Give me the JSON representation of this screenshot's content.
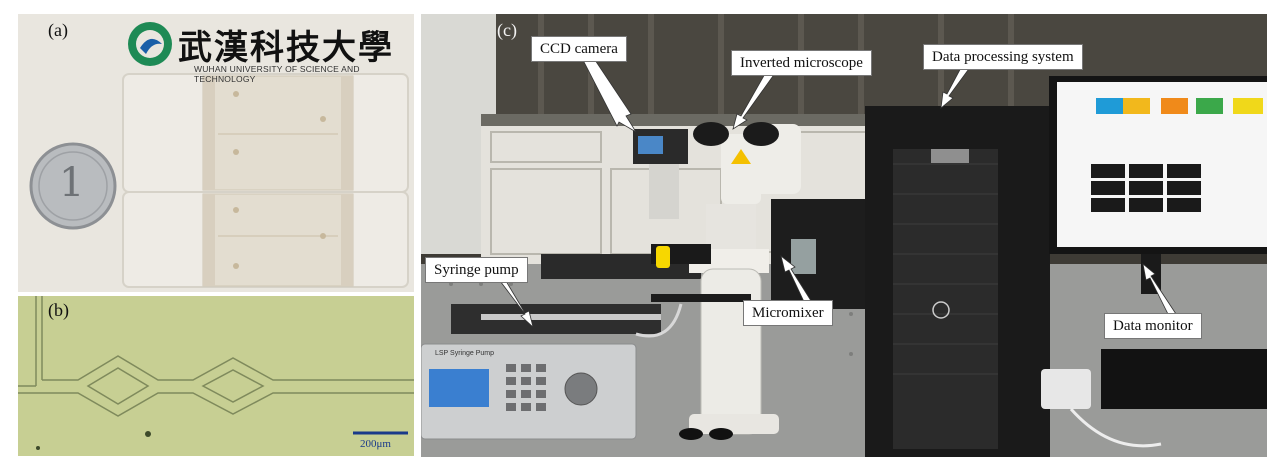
{
  "figure": {
    "panel_a": {
      "label": "(a)",
      "logo_chinese": "武漢科技大學",
      "logo_english": "WUHAN UNIVERSITY OF SCIENCE AND TECHNOLOGY",
      "coin_digit": "1"
    },
    "panel_b": {
      "label": "(b)",
      "scale_bar": "200μm"
    },
    "panel_c": {
      "label": "(c)",
      "callouts": {
        "ccd_camera": "CCD camera",
        "inverted_microscope": "Inverted microscope",
        "data_processing_system": "Data processing system",
        "syringe_pump": "Syringe pump",
        "micromixer": "Micromixer",
        "data_monitor": "Data monitor"
      },
      "pump_brand": "LSP Syringe Pump"
    }
  },
  "colors": {
    "panel_a_bg": "#e9e6df",
    "panel_b_bg": "#c7cf93",
    "scale_bar": "#1a3a8a",
    "lab_wall": "#4a4740",
    "monitor_tiles": [
      "#1f9bd7",
      "#f2b81c",
      "#f08a1a",
      "#3ba84a",
      "#f0d81a"
    ]
  }
}
